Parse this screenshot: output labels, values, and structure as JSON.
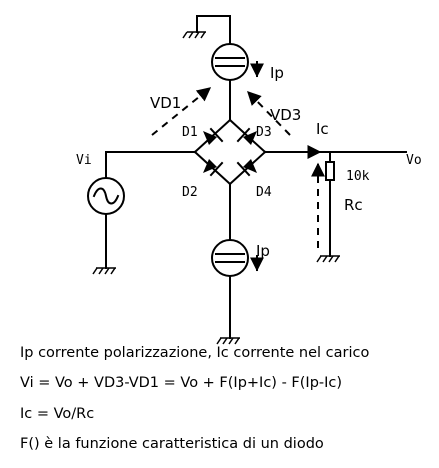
{
  "circuit": {
    "labels": {
      "ip_top": "Ip",
      "ip_bottom": "Ip",
      "vd1": "VD1",
      "vd3": "VD3",
      "d1": "D1",
      "d2": "D2",
      "d3": "D3",
      "d4": "D4",
      "vi": "Vi",
      "vo": "Vo",
      "ic": "Ic",
      "r_value": "10k",
      "rc": "Rc"
    }
  },
  "caption": {
    "line1": "Ip corrente polarizzazione, Ic corrente nel carico",
    "line2": "Vi = Vo + VD3-VD1 = Vo + F(Ip+Ic) - F(Ip-Ic)",
    "line3": "Ic = Vo/Rc",
    "line4": "F() è la funzione caratteristica di un diodo"
  }
}
